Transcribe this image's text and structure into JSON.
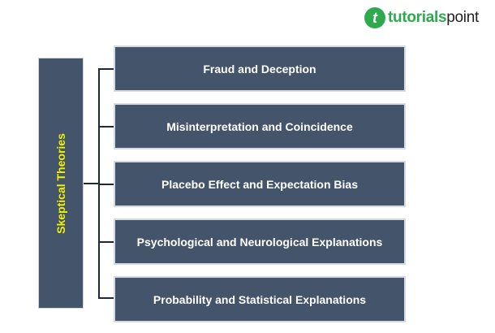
{
  "logo": {
    "mark": "t",
    "brand_a": "tutorials",
    "brand_b": "point"
  },
  "root": {
    "label": "Skeptical Theories"
  },
  "items": [
    {
      "label": "Fraud and Deception"
    },
    {
      "label": "Misinterpretation and Coincidence"
    },
    {
      "label": "Placebo Effect and Expectation Bias"
    },
    {
      "label": "Psychological and Neurological Explanations"
    },
    {
      "label": "Probability and Statistical Explanations"
    }
  ],
  "colors": {
    "box": "#44546a",
    "root_text": "#f2f200",
    "logo": "#2fa94e"
  }
}
